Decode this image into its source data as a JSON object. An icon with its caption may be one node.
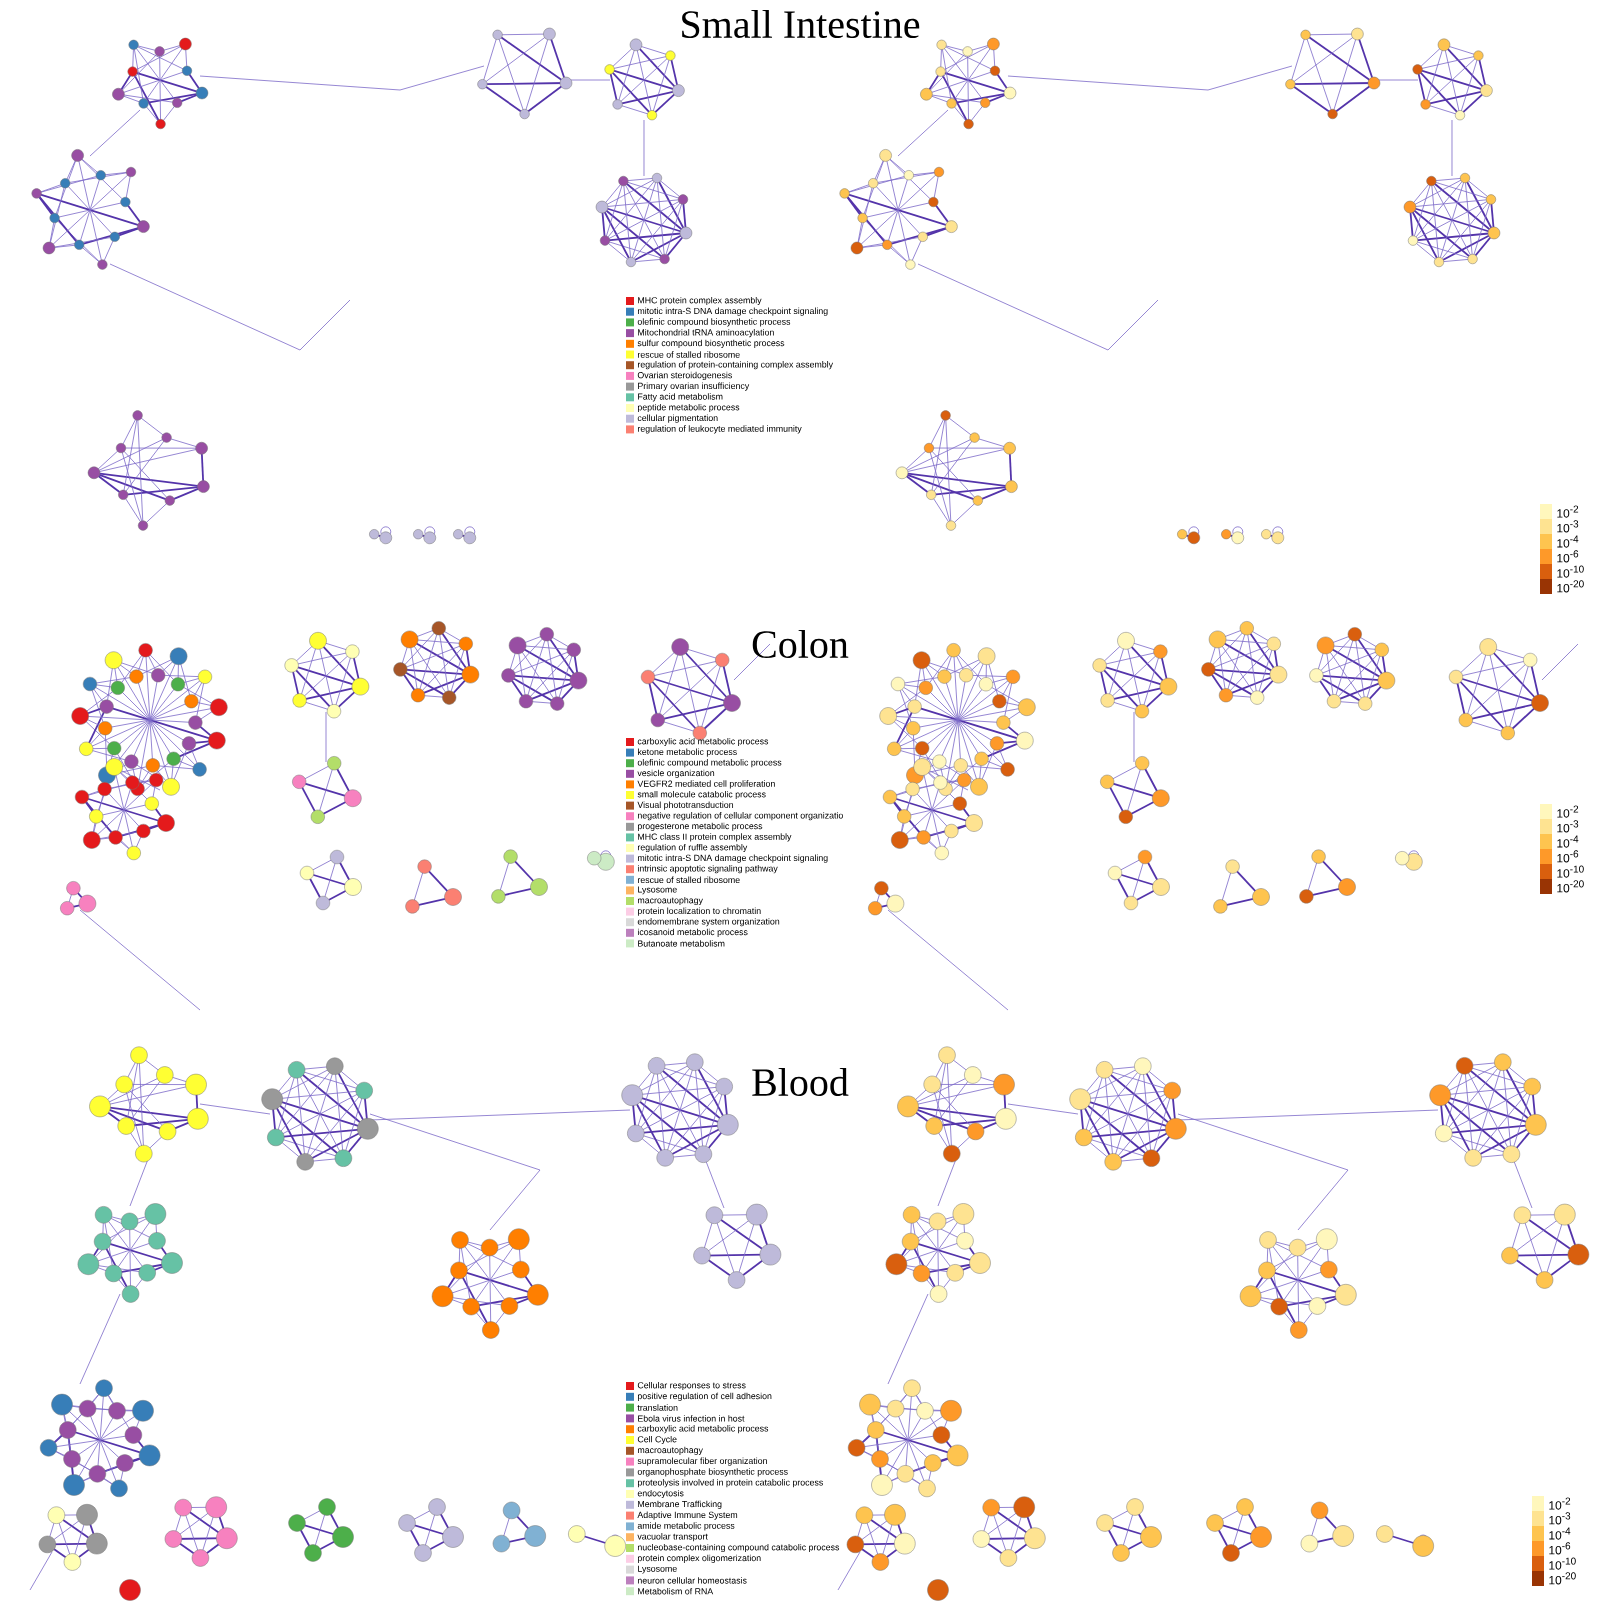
{
  "diagram": {
    "labels": [
      "Small Intestine",
      "10$^{-2}$",
      "10$^{-3}$",
      "10$^{-4}$",
      "10$^{-6}$",
      "10$^{-10}$",
      "10$^{-20}$",
      "Colon",
      "10$^{-2}$",
      "10$^{-3}$",
      "10$^{-4}$",
      "10$^{-6}$",
      "10$^{-10}$",
      "10$^{-20}$",
      "Blood",
      "10$^{-2}$",
      "10$^{-3}$",
      "10$^{-4}$",
      "10$^{-6}$",
      "10$^{-10}$",
      "10$^{-20}$"
    ],
    "legend": [
      {
        "text": "MHC protein complex assembly",
        "color": "#e41a1c"
      },
      {
        "text": "mitotic intra-S DNA damage checkpoint signaling",
        "color": "#377eb8"
      },
      {
        "text": "olefinic compound biosynthetic process",
        "color": "#4daf4a"
      },
      {
        "text": "Mitochondrial tRNA aminoacylation",
        "color": "#984ea3"
      },
      {
        "text": "sulfur compound biosynthetic process",
        "color": "#ff7f00"
      },
      {
        "text": "rescue of stalled ribosome",
        "color": "#ffff33"
      },
      {
        "text": "regulation of protein-containing complex assembly",
        "color": "#a65628"
      },
      {
        "text": "Ovarian steroidogenesis",
        "color": "#f781bf"
      },
      {
        "text": "Primary ovarian insufficiency",
        "color": "#999999"
      },
      {
        "text": "Fatty acid metabolism",
        "color": "#66c2a5"
      },
      {
        "text": "peptide metabolic process",
        "color": "#ffffb3"
      },
      {
        "text": "cellular pigmentation",
        "color": "#bebada"
      },
      {
        "text": "regulation of leukocyte mediated immunity",
        "color": "#fb8072"
      },
      {
        "text": "carboxylic acid metabolic process",
        "color": "#e41a1c"
      },
      {
        "text": "ketone metabolic process",
        "color": "#377eb8"
      },
      {
        "text": "olefinic compound metabolic process",
        "color": "#4daf4a"
      },
      {
        "text": "vesicle organization",
        "color": "#984ea3"
      },
      {
        "text": "VEGFR2 mediated cell proliferation",
        "color": "#ff7f00"
      },
      {
        "text": "small molecule catabolic process",
        "color": "#ffff33"
      },
      {
        "text": "Visual phototransduction",
        "color": "#a65628"
      },
      {
        "text": "negative regulation of cellular component organizatio",
        "color": "#f781bf"
      },
      {
        "text": "progesterone metabolic process",
        "color": "#999999"
      },
      {
        "text": "MHC class II protein complex assembly",
        "color": "#66c2a5"
      },
      {
        "text": "regulation of ruffle assembly",
        "color": "#ffffb3"
      },
      {
        "text": "mitotic intra-S DNA damage checkpoint signaling",
        "color": "#bebada"
      },
      {
        "text": "intrinsic apoptotic signaling pathway",
        "color": "#fb8072"
      },
      {
        "text": "rescue of stalled ribosome",
        "color": "#80b1d3"
      },
      {
        "text": "Lysosome",
        "color": "#fdb462"
      },
      {
        "text": "macroautophagy",
        "color": "#b3de69"
      },
      {
        "text": "protein localization to chromatin",
        "color": "#fccde5"
      },
      {
        "text": "endomembrane system organization",
        "color": "#d9d9d9"
      },
      {
        "text": "icosanoid metabolic process",
        "color": "#bc80bd"
      },
      {
        "text": "Butanoate metabolism",
        "color": "#ccebc5"
      },
      {
        "text": "Cellular responses to stress",
        "color": "#e41a1c"
      },
      {
        "text": "positive regulation of cell adhesion",
        "color": "#377eb8"
      },
      {
        "text": "translation",
        "color": "#4daf4a"
      },
      {
        "text": "Ebola virus infection in host",
        "color": "#984ea3"
      },
      {
        "text": "carboxylic acid metabolic process",
        "color": "#ff7f00"
      },
      {
        "text": "Cell Cycle",
        "color": "#ffff33"
      },
      {
        "text": "macroautophagy",
        "color": "#a65628"
      },
      {
        "text": "supramolecular fiber organization",
        "color": "#f781bf"
      },
      {
        "text": "organophosphate biosynthetic process",
        "color": "#999999"
      },
      {
        "text": "proteolysis involved in protein catabolic process",
        "color": "#66c2a5"
      },
      {
        "text": "endocytosis",
        "color": "#ffffb3"
      },
      {
        "text": "Membrane Trafficking",
        "color": "#bebada"
      },
      {
        "text": "Adaptive Immune System",
        "color": "#fb8072"
      },
      {
        "text": "amide metabolic process",
        "color": "#80b1d3"
      },
      {
        "text": "vacuolar transport",
        "color": "#fdb462"
      },
      {
        "text": "nucleobase-containing compound catabolic process",
        "color": "#b3de69"
      },
      {
        "text": "protein complex oligomerization",
        "color": "#fccde5"
      },
      {
        "text": "Lysosome",
        "color": "#d9d9d9"
      },
      {
        "text": "neuron cellular homeostasis",
        "color": "#bc80bd"
      },
      {
        "text": "Metabolism of RNA",
        "color": "#ccebc5"
      }
    ]
  }
}
